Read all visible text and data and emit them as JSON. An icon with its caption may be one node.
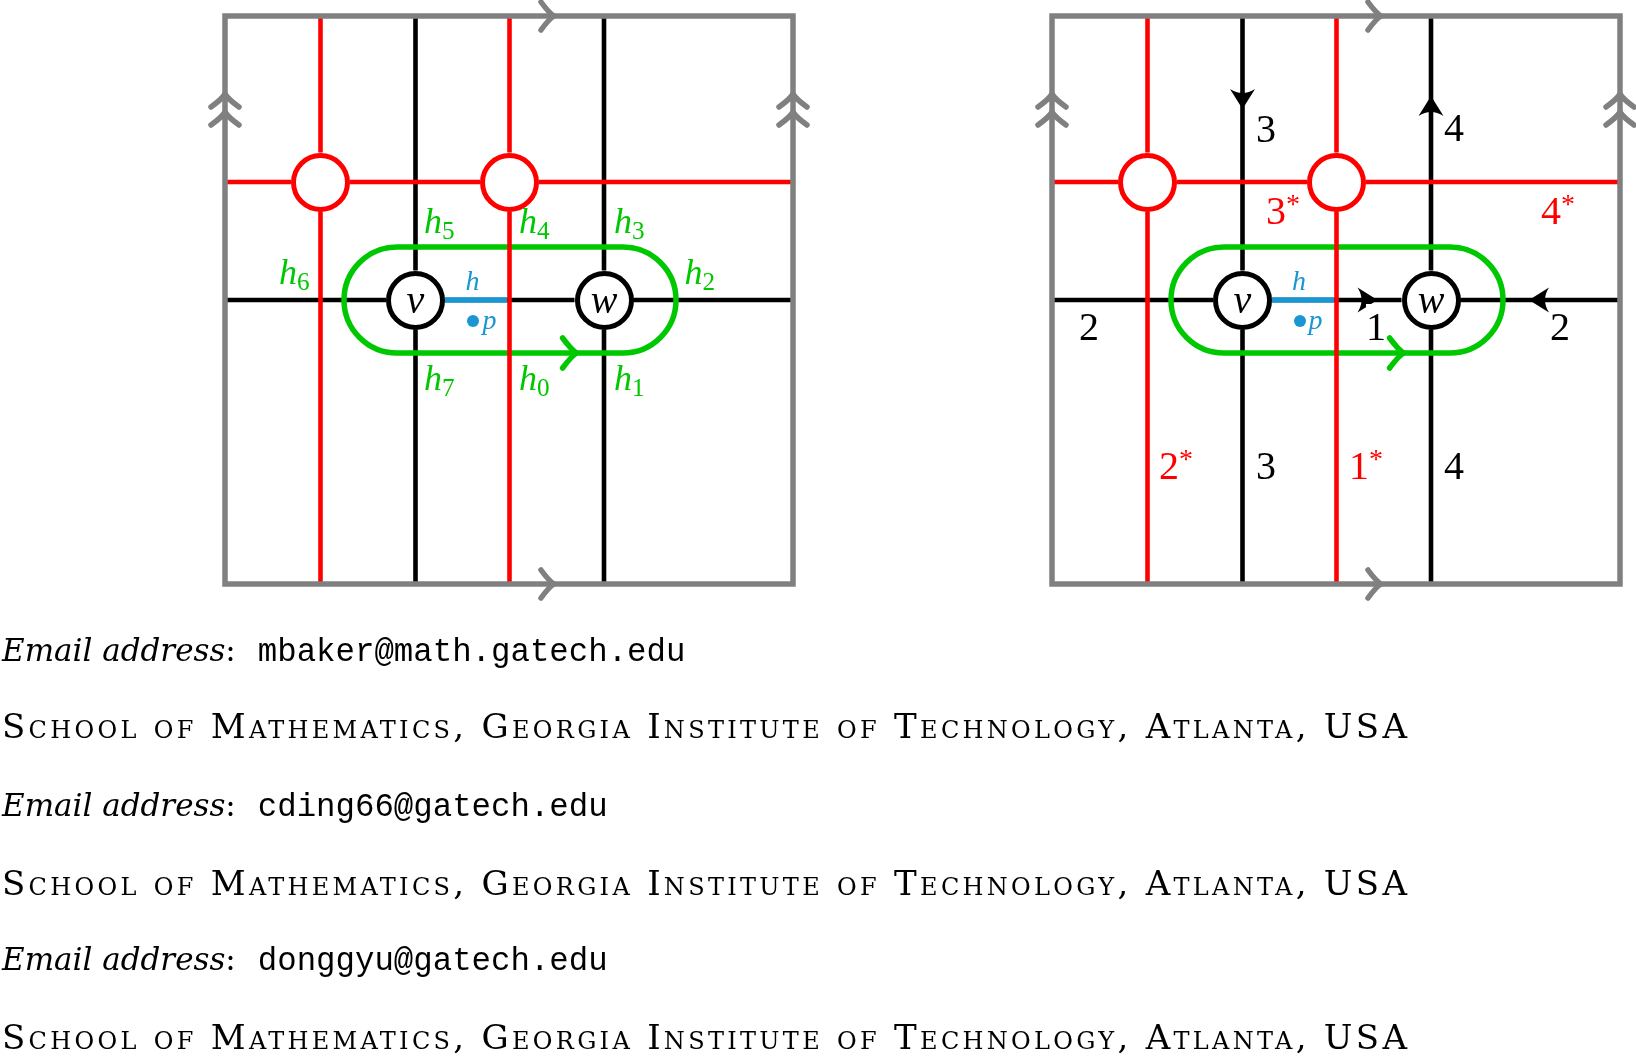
{
  "diagram": {
    "nodes": [
      {
        "text": [],
        "shape": "circle"
      },
      {
        "text": [],
        "shape": "circle"
      },
      {
        "text": [
          "v"
        ]
      },
      {
        "text": [
          "w"
        ]
      },
      {
        "text": [],
        "shape": "circle"
      },
      {
        "text": [],
        "shape": "circle"
      },
      {
        "text": [
          "v"
        ]
      },
      {
        "text": [
          "w"
        ]
      }
    ],
    "edges": [
      {
        "from": 2,
        "to": null,
        "arrow": "none"
      },
      {
        "from": 2,
        "to": null,
        "arrow": "none"
      },
      {
        "from": null,
        "to": 2,
        "arrow": "none"
      },
      {
        "from": 2,
        "to": 3,
        "arrow": "none"
      },
      {
        "from": 3,
        "to": null,
        "arrow": "none"
      },
      {
        "from": 3,
        "to": null,
        "arrow": "none"
      },
      {
        "from": 3,
        "to": null,
        "arrow": "none"
      },
      {
        "from": 0,
        "to": null,
        "arrow": "none",
        "color": "#ff0000"
      },
      {
        "from": 0,
        "to": null,
        "arrow": "none",
        "color": "#ff0000"
      },
      {
        "from": null,
        "to": 0,
        "arrow": "none",
        "color": "#ff0000"
      },
      {
        "from": 0,
        "to": 1,
        "arrow": "none",
        "color": "#ff0000"
      },
      {
        "from": 1,
        "to": null,
        "arrow": "none",
        "color": "#ff0000"
      },
      {
        "from": 1,
        "to": null,
        "arrow": "none",
        "color": "#ff0000"
      },
      {
        "from": 1,
        "to": null,
        "arrow": "none",
        "color": "#ff0000"
      },
      {
        "from": null,
        "to": 6,
        "arrow": "to",
        "label": "3"
      },
      {
        "from": 6,
        "to": null,
        "arrow": "none",
        "label": "3"
      },
      {
        "from": null,
        "to": 6,
        "arrow": "none",
        "label": "2"
      },
      {
        "from": 6,
        "to": 7,
        "arrow": "to",
        "label": "1"
      },
      {
        "from": 7,
        "to": null,
        "arrow": "to",
        "label": "4"
      },
      {
        "from": 7,
        "to": null,
        "arrow": "none",
        "label": "4"
      },
      {
        "from": null,
        "to": 7,
        "arrow": "to",
        "label": "2"
      },
      {
        "from": 4,
        "to": null,
        "arrow": "none",
        "color": "#ff0000"
      },
      {
        "from": 4,
        "to": null,
        "arrow": "none",
        "color": "#ff0000",
        "label": "2$^{*}$"
      },
      {
        "from": null,
        "to": 4,
        "arrow": "none",
        "color": "#ff0000"
      },
      {
        "from": 4,
        "to": 5,
        "arrow": "none",
        "color": "#ff0000",
        "label": "3$^{*}$"
      },
      {
        "from": 5,
        "to": null,
        "arrow": "none",
        "color": "#ff0000"
      },
      {
        "from": 5,
        "to": null,
        "arrow": "none",
        "color": "#ff0000",
        "label": "1$^{*}$"
      },
      {
        "from": 5,
        "to": null,
        "arrow": "none",
        "color": "#ff0000",
        "label": "4$^{*}$"
      }
    ],
    "labels": [
      "*h*$_{5}$",
      "*h*$_{4}$",
      "*h*$_{3}$",
      "*h*$_{6}$",
      "h",
      "*h*$_{2}$",
      "p",
      "*h*$_{7}$",
      "*h*$_{0}$",
      "*h*$_{1}$",
      "h",
      "p",
      "*Email address*:",
      "mbaker@math.gatech.edu",
      "School of Mathematics, Georgia Institute of Technology, Atlanta, USA",
      "*Email address*:",
      "cding66@gatech.edu",
      "School of Mathematics, Georgia Institute of Technology, Atlanta, USA",
      "*Email address*:",
      "donggyu@gatech.edu",
      "School of Mathematics, Georgia Institute of Technology, Atlanta, USA"
    ]
  }
}
